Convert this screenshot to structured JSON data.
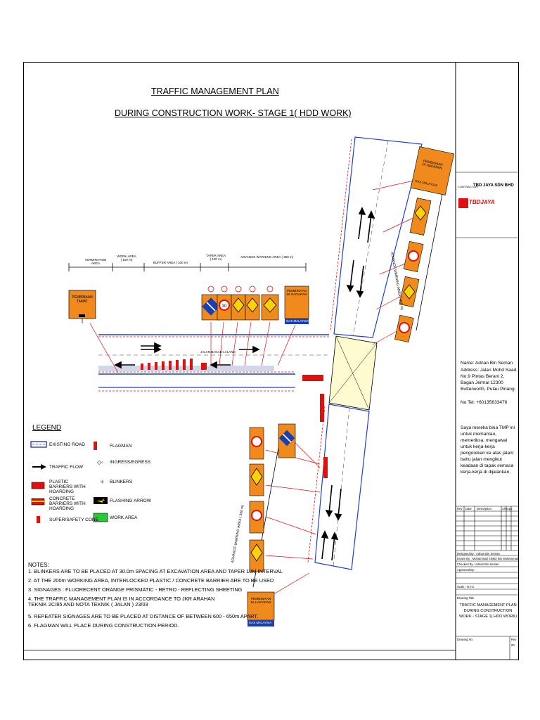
{
  "title": {
    "line1": "TRAFFIC MANAGEMENT PLAN",
    "line2": "DURING CONSTRUCTION WORK- STAGE 1( HDD WORK)"
  },
  "zones": {
    "termination": "TERMINATION AREA",
    "work": "WORK AREA ( 100 m)",
    "buffer": "BUFFER AREA ( 100 m)",
    "taper": "TAPER AREA ( 100 m)",
    "advance": "ADVANCE WARNING AREA ( 350 m)",
    "advance_right": "ADVANCE WARNING AREA ( 350 m)",
    "advance_bottom": "ADVANCE WARNING AREA ( 350 m)"
  },
  "road_label": "JALAN BAGAN LALANG",
  "signs": {
    "pembinaan_tamat": "PEMBINAAN TAMAT",
    "pembinaan_dihadapan": "PEMBINAAN DI HADAPAN",
    "gas_malaysia": "GAS MALAYSIA",
    "speed": "30"
  },
  "legend": {
    "title": "LEGEND",
    "items": [
      "EXISTING ROAD",
      "TRAFFIC FLOW",
      "PLASTIC BARRIERS WITH HOARDING",
      "CONCRETE BARRIERS WITH HOARDING",
      "SUPER/SAFETY CONE",
      "FLAGMAN",
      "INGRESS/EGRESS",
      "BLINKERS",
      "FLASHING ARROW",
      "WORK AREA"
    ]
  },
  "notes": {
    "title": "NOTES:",
    "items": [
      "1. BLINKERS ARE TO BE PLACED AT 30.0m SPACING AT EXCAVATION AREA AND TAPER 10M INTERVAL",
      "2. AT THE 200m WORKING AREA, INTERLOCKED PLASTIC / CONCRETE BARRIER ARE TO BE USED",
      "3. SIGNAGES : FLUORECENT ORANGE PRISMATIC - RETRO - REFLECTING SHEETING",
      "4. THE TRAFFIC MANAGEMENT PLAN IS IN ACCORDANCE TO JKR ARAHAN TEKNIK 2C/85 AND NOTA TEKNIK ( JALAN ) 23/03",
      "5. REPEATER SIGNAGES ARE TO BE PLACED AT DISTANCE OF BETWEEN 600 - 650m APART.",
      "6. FLAGMAN WILL PLACE DURING CONSTRUCTION PERIOD."
    ]
  },
  "title_block": {
    "contractor_label": "CONTRACTOR:",
    "contractor": "TBD JAYA SDN BHD",
    "logo": "TBDJAYA",
    "contact_name": "Name: Adnan Bin Seman",
    "contact_address": "Address: Jalan Mohd Saad, No.9 Pintas Berani 2, Bagan Jermal 12300 Butterworth, Pulau Pinang.",
    "contact_tel": "No Tel: +60135633476",
    "declaration": "Saya mereka bina TMP ini untuk memantau, memeriksa, mengawal untuk kerja-kerja pengorekan ke atas jalan/ bahu jalan mengikut keadaan di tapak semasa kerja-kerja di dijalankan.",
    "rev_cols": [
      "Rev",
      "Date",
      "Description",
      "Chk",
      "App"
    ],
    "designed_by": "Designed By : Adnan Bin Seman",
    "drawn_by": "Drawn By : Muhammad Shakir Bin Muhammad",
    "checked_by": "Checked By : Adnan Bin Seman",
    "approved_by": "Approved By :",
    "scale": "Scale : N.T.S",
    "drawing_title_label": "Drawing Title",
    "drawing_title": "TRAFFIC MANAGEMENT PLAN DURING CONSTRUCTION WORK - STAGE 1( HDD WORK)",
    "drawing_no_label": "Drawing No.",
    "rev_label": "Rev",
    "rev_no": "00"
  },
  "colors": {
    "sign_orange": "#f08a1c",
    "red": "#e01010",
    "road_blue": "#1f3fd0",
    "work_green": "#29c83a",
    "barrier_red": "#d01818",
    "gas_blue": "#1b3fae"
  }
}
